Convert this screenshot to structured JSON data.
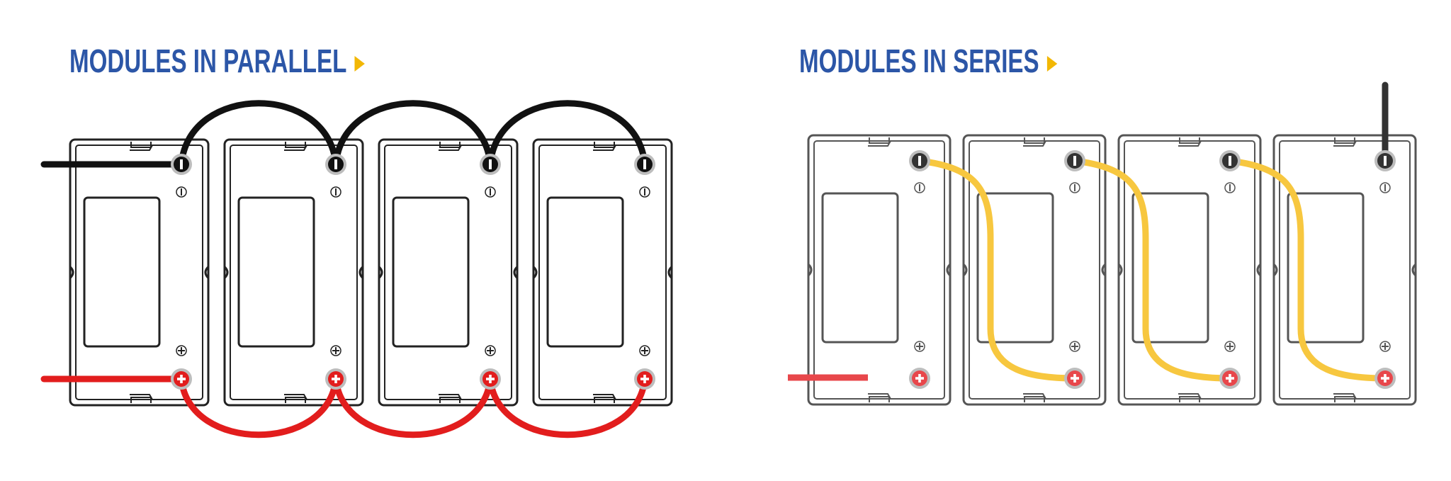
{
  "titles": {
    "parallel": "MODULES IN PARALLEL",
    "series": "MODULES IN SERIES"
  },
  "colors": {
    "title": "#2c56a7",
    "arrow": "#f2b705",
    "negative_wire": "#111111",
    "positive_wire": "#e21d1d",
    "series_link": "#f7c73f",
    "series_pos_lead": "#e8474b",
    "series_neg_lead": "#333333",
    "module_outline": "#222222",
    "series_module_outline": "#555555"
  },
  "diagrams": {
    "parallel": {
      "module_count": 4,
      "connection": "parallel"
    },
    "series": {
      "module_count": 4,
      "connection": "series"
    }
  },
  "icons": {
    "negative_terminal": "minus-terminal-icon",
    "positive_terminal": "plus-terminal-icon",
    "polarity_minus": "polarity-minus-icon",
    "polarity_plus": "polarity-plus-icon"
  }
}
